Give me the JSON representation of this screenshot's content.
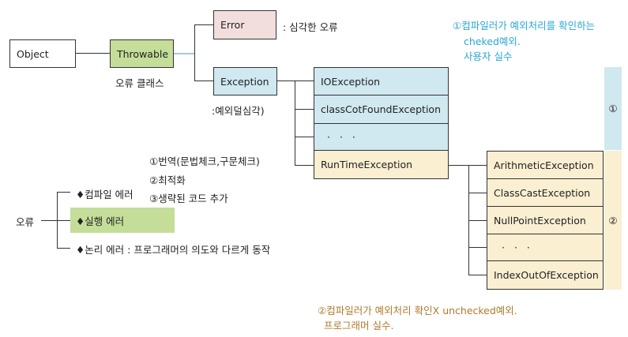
{
  "hierarchy": {
    "object": "Object",
    "throwable": "Throwable",
    "throwable_caption": "오류 클래스",
    "error": "Error",
    "error_desc": ": 심각한 오류",
    "exception": "Exception",
    "exception_desc": ":예외덜심각)",
    "checked": [
      "IOException",
      "classCotFoundException",
      "· · ·"
    ],
    "runtime": "RunTimeException",
    "unchecked": [
      "ArithmeticException",
      "ClassCastException",
      "NullPointException",
      "· · ·",
      "IndexOutOfException"
    ]
  },
  "notes": {
    "checked_line1": "①컴파일러가 예외처리를 확인하는",
    "checked_line2": "cheked예외.",
    "checked_line3": "사용자 실수",
    "checked_marker": "①",
    "unchecked_line1": "②컴파일러가 예외처리 확인X unchecked예외.",
    "unchecked_line2": "프로그래머 실수.",
    "unchecked_marker": "②"
  },
  "compile_steps": [
    "①번역(문법체크,구문체크)",
    "②최적화",
    "③생략된 코드 추가"
  ],
  "errors": {
    "root": "오류",
    "compile": "♦컴파일 에러",
    "runtime": "♦실행 에러",
    "logic": "♦논리 에러 : 프로그래머의 의도와 다르게 동작"
  },
  "colors": {
    "throwable": "#c4dd98",
    "error": "#f3dede",
    "exception_blue": "#d0e8f0",
    "runtime_tan": "#fbefd2",
    "blue_text": "#2aa6d6",
    "brown_text": "#b07a2a"
  }
}
